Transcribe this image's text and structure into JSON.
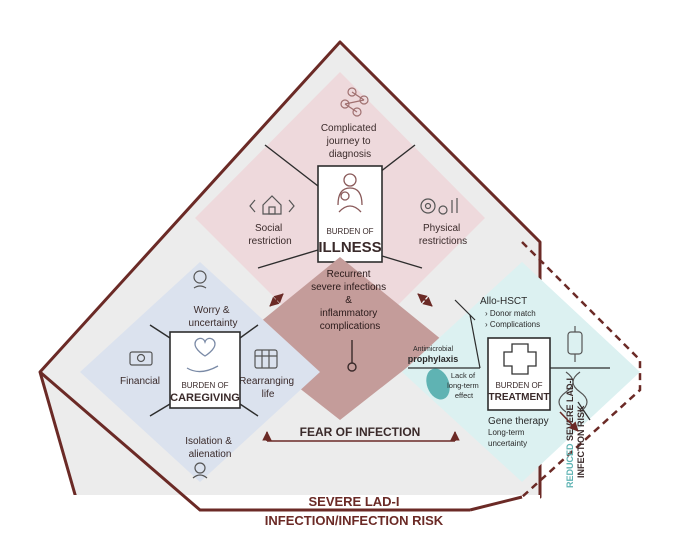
{
  "colors": {
    "outline": "#6b2a26",
    "outer_fill": "#ececec",
    "illness_fill": "#eed9dc",
    "recurrent_fill": "#c49c9a",
    "caregiving_fill": "#dbe2ee",
    "treatment_fill": "#dcf1f1",
    "treatment_accent": "#5fb3b3",
    "text_dark": "#3a2a2a"
  },
  "footer": {
    "line1": "SEVERE LAD-I",
    "line2": "INFECTION/INFECTION RISK"
  },
  "fear": {
    "label": "FEAR OF INFECTION"
  },
  "reduced": {
    "word": "REDUCED",
    "line1_rest": " SEVERE LAD-I",
    "line2": "INFECTION RISK"
  },
  "illness": {
    "top_label": [
      "Complicated",
      "journey to",
      "diagnosis"
    ],
    "left_label": [
      "Social",
      "restriction"
    ],
    "right_label": [
      "Physical",
      "restrictions"
    ],
    "box_small": "BURDEN OF",
    "box_big": "ILLNESS"
  },
  "recurrent": {
    "lines": [
      "Recurrent",
      "severe infections",
      "&",
      "inflammatory",
      "complications"
    ]
  },
  "caregiving": {
    "top_label": [
      "Worry &",
      "uncertainty"
    ],
    "left_label": [
      "Financial"
    ],
    "right_label": [
      "Rearranging",
      "life"
    ],
    "bottom_label": [
      "Isolation &",
      "alienation"
    ],
    "box_small": "BURDEN OF",
    "box_big": "CAREGIVING"
  },
  "treatment": {
    "hsct_title": "Allo-HSCT",
    "hsct_items": [
      "› Donor match",
      "› Complications"
    ],
    "prophylaxis_small": "Antimicrobial",
    "prophylaxis_big": "prophylaxis",
    "lack_label": [
      "Lack of",
      "long-term",
      "effect"
    ],
    "box_small": "BURDEN OF",
    "box_big": "TREATMENT",
    "gene_title": "Gene therapy",
    "gene_sub": [
      "Long-term",
      "uncertainty"
    ]
  }
}
